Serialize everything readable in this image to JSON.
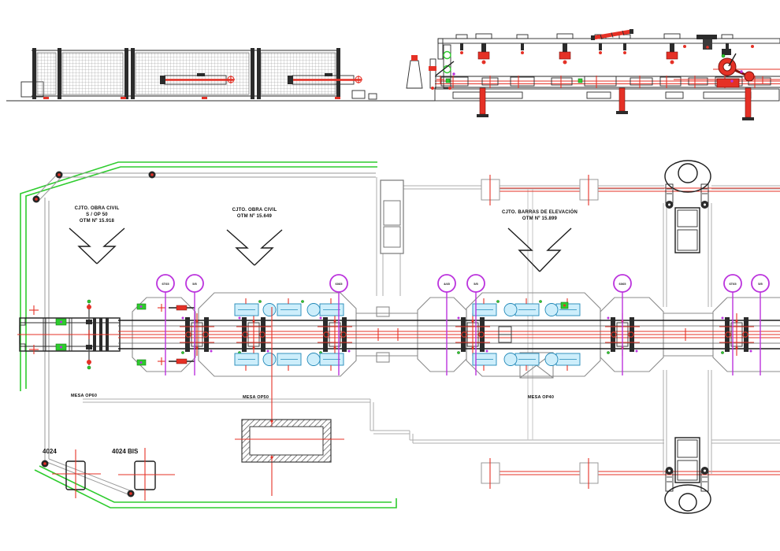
{
  "plan": {
    "callouts": [
      {
        "lines": [
          "CJTO. OBRA CIVIL",
          "S / OP 50",
          "OTM Nº 15.918"
        ]
      },
      {
        "lines": [
          "CJTO. OBRA CIVIL",
          "OTM Nº 15.649"
        ]
      },
      {
        "lines": [
          "CJTO. BARRAS DE ELEVACIÓN",
          "OTM Nº 15.899"
        ]
      }
    ],
    "tables": [
      {
        "label": "MESA OP60"
      },
      {
        "label": "MESA OP50"
      },
      {
        "label": "MESA OP40"
      }
    ],
    "stands": [
      {
        "label": "4024"
      },
      {
        "label": "4024 BIS"
      }
    ],
    "station_tags": [
      "6T65",
      "5/5",
      "6065",
      "4/45",
      "5/5",
      "6065",
      "6T65",
      "5/5"
    ]
  },
  "colors": {
    "line_red": "#e53126",
    "boundary_green": "#2ecc2e",
    "tag_purple": "#bb33dd",
    "clamp_cyan": "#2188b8",
    "wall_gray": "#adadad",
    "ink_black": "#1c1c1c"
  }
}
